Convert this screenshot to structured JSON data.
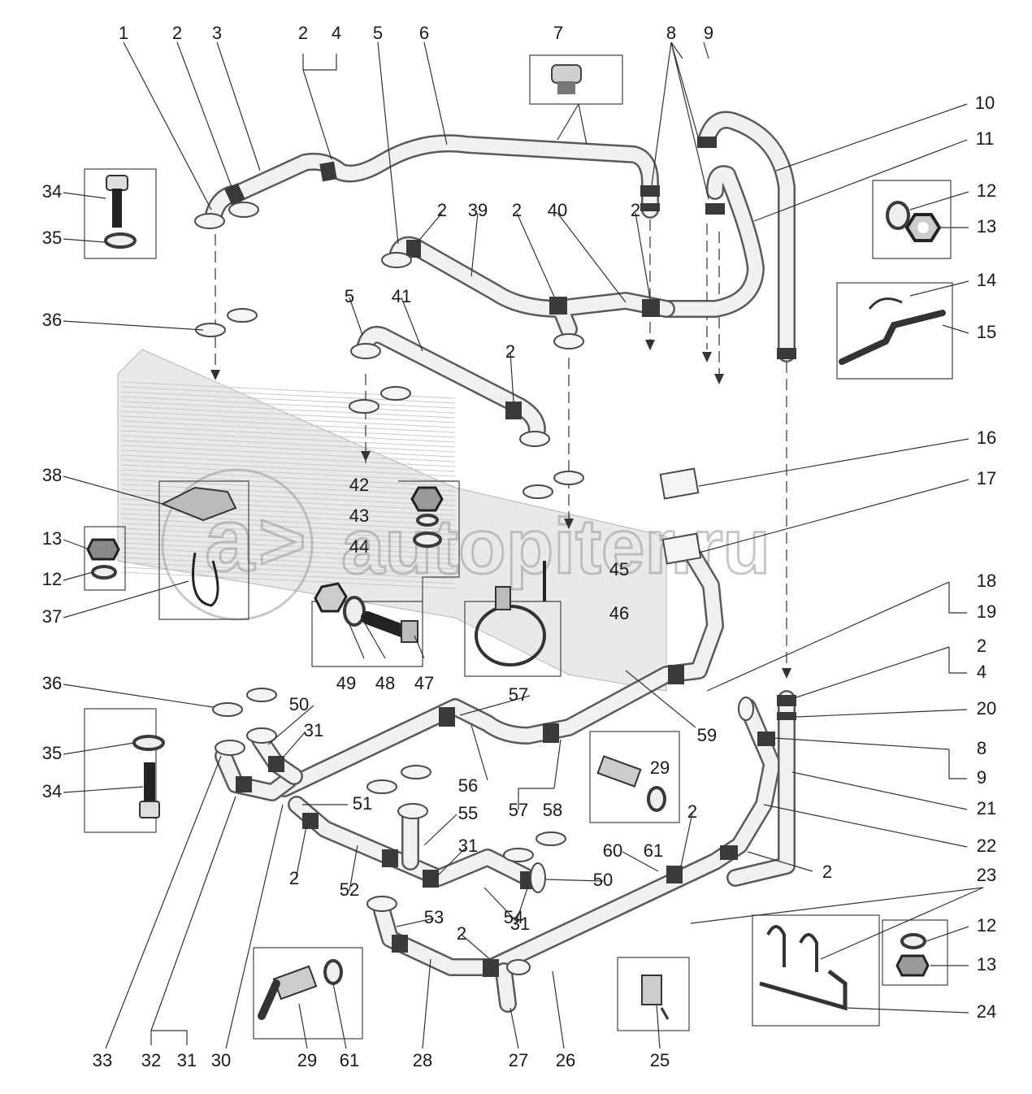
{
  "watermark": {
    "text": "autopiter.ru",
    "logo": "autopiter-logo"
  },
  "callouts": {
    "c1": "1",
    "c2a": "2",
    "c3": "3",
    "c2b": "2",
    "c4a": "4",
    "c5a": "5",
    "c6": "6",
    "c7": "7",
    "c8a": "8",
    "c9a": "9",
    "c10": "10",
    "c11": "11",
    "c12a": "12",
    "c13a": "13",
    "c14": "14",
    "c15": "15",
    "c16": "16",
    "c17": "17",
    "c18": "18",
    "c19": "19",
    "c2c": "2",
    "c4b": "4",
    "c20": "20",
    "c8b": "8",
    "c9b": "9",
    "c21": "21",
    "c22": "22",
    "c2d": "2",
    "c23": "23",
    "c12b": "12",
    "c13b": "13",
    "c24": "24",
    "c25": "25",
    "c26": "26",
    "c27": "27",
    "c28": "28",
    "c61a": "61",
    "c29a": "29",
    "c30": "30",
    "c31a": "31",
    "c32": "32",
    "c33": "33",
    "c34a": "34",
    "c35a": "35",
    "c36a": "36",
    "c38": "38",
    "c13c": "13",
    "c12c": "12",
    "c37": "37",
    "c36b": "36",
    "c35b": "35",
    "c34b": "34",
    "c5b": "5",
    "c41": "41",
    "c2e": "2",
    "c2f": "2",
    "c39": "39",
    "c2g": "2",
    "c40": "40",
    "c2h": "2",
    "c42": "42",
    "c43": "43",
    "c44": "44",
    "c45": "45",
    "c46": "46",
    "c49": "49",
    "c48": "48",
    "c47": "47",
    "c50a": "50",
    "c31b": "31",
    "c57a": "57",
    "c59": "59",
    "c29b": "29",
    "c61b": "61",
    "c56": "56",
    "c51": "51",
    "c55": "55",
    "c31c": "31",
    "c57b": "57",
    "c58": "58",
    "c60": "60",
    "c2i": "2",
    "c50b": "50",
    "c2j": "2",
    "c52": "52",
    "c54": "54",
    "c31d": "31",
    "c53": "53",
    "c2k": "2"
  }
}
